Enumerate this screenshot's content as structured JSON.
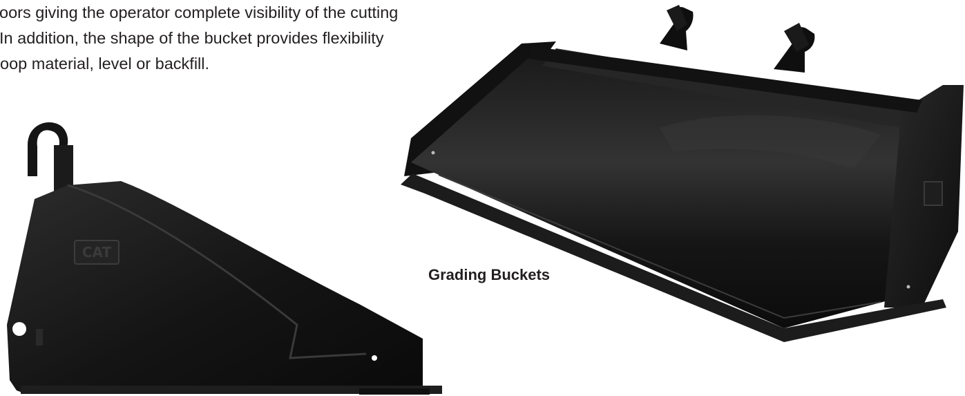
{
  "body_text": {
    "lines": [
      "oors giving the operator complete visibility of the cutting",
      " In addition, the shape of the bucket provides flexibility",
      "oop material, level or backfill."
    ]
  },
  "figure": {
    "caption": "Grading Buckets",
    "logo_text": "CAT"
  }
}
